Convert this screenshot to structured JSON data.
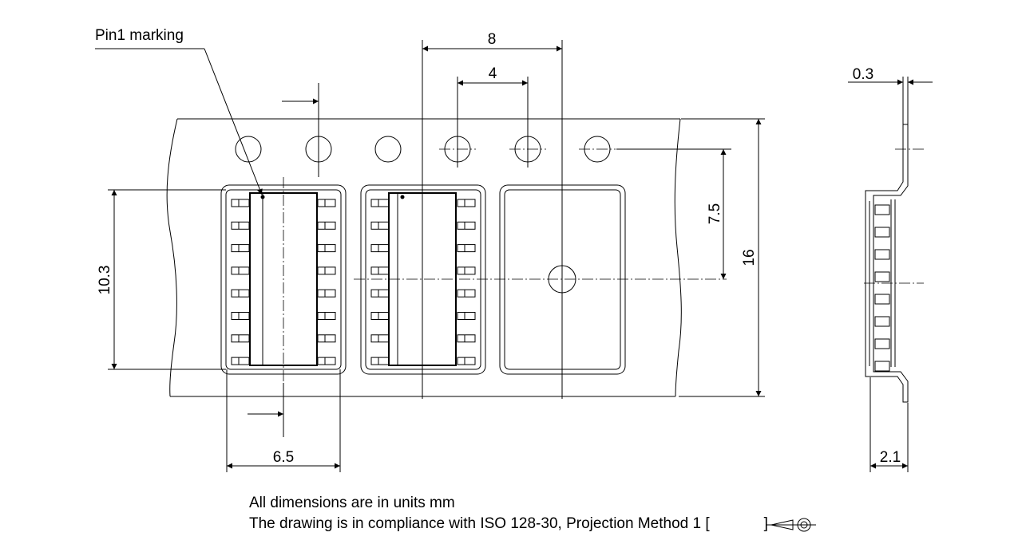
{
  "labels": {
    "pin1_marking": "Pin1 marking",
    "dim_pitch": "8",
    "dim_hole_pitch": "4",
    "dim_tape_thickness": "0.3",
    "dim_hole_to_center": "7.5",
    "dim_tape_width": "16",
    "dim_pocket_length": "10.3",
    "dim_pocket_width": "6.5",
    "dim_pocket_depth": "2.1"
  },
  "notes": {
    "units": "All dimensions are in units mm",
    "standard": "The drawing is in compliance with ISO 128-30, Projection Method 1 [",
    "standard_end": "]"
  },
  "colors": {
    "line": "#000000",
    "background": "#ffffff"
  }
}
